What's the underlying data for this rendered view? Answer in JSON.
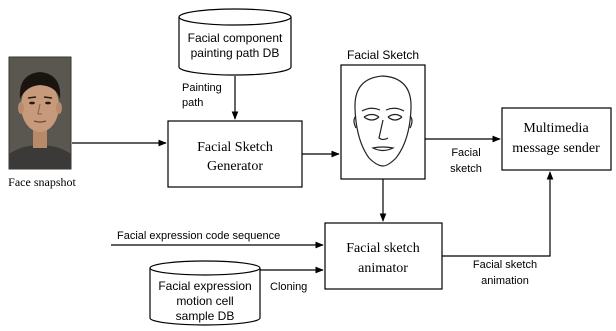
{
  "face_snapshot_label": "Face snapshot",
  "db_painting": {
    "line1": "Facial component",
    "line2": "painting path DB"
  },
  "painting_path_label": {
    "line1": "Painting",
    "line2": "path"
  },
  "generator": {
    "line1": "Facial Sketch",
    "line2": "Generator"
  },
  "sketch_title": "Facial Sketch",
  "multimedia": {
    "line1": "Multimedia",
    "line2": "message sender"
  },
  "facial_sketch_edge": {
    "line1": "Facial",
    "line2": "sketch"
  },
  "expression_code_label": "Facial expression code sequence",
  "animator": {
    "line1": "Facial sketch",
    "line2": "animator"
  },
  "db_motion": {
    "line1": "Facial expression",
    "line2": "motion cell",
    "line3": "sample DB"
  },
  "cloning_label": "Cloning",
  "animation_edge": {
    "line1": "Facial sketch",
    "line2": "animation"
  },
  "colors": {
    "skin": "#c69a7a",
    "hair": "#1a1410",
    "photo_bg": "#5a5650",
    "shirt": "#3c3a38"
  }
}
